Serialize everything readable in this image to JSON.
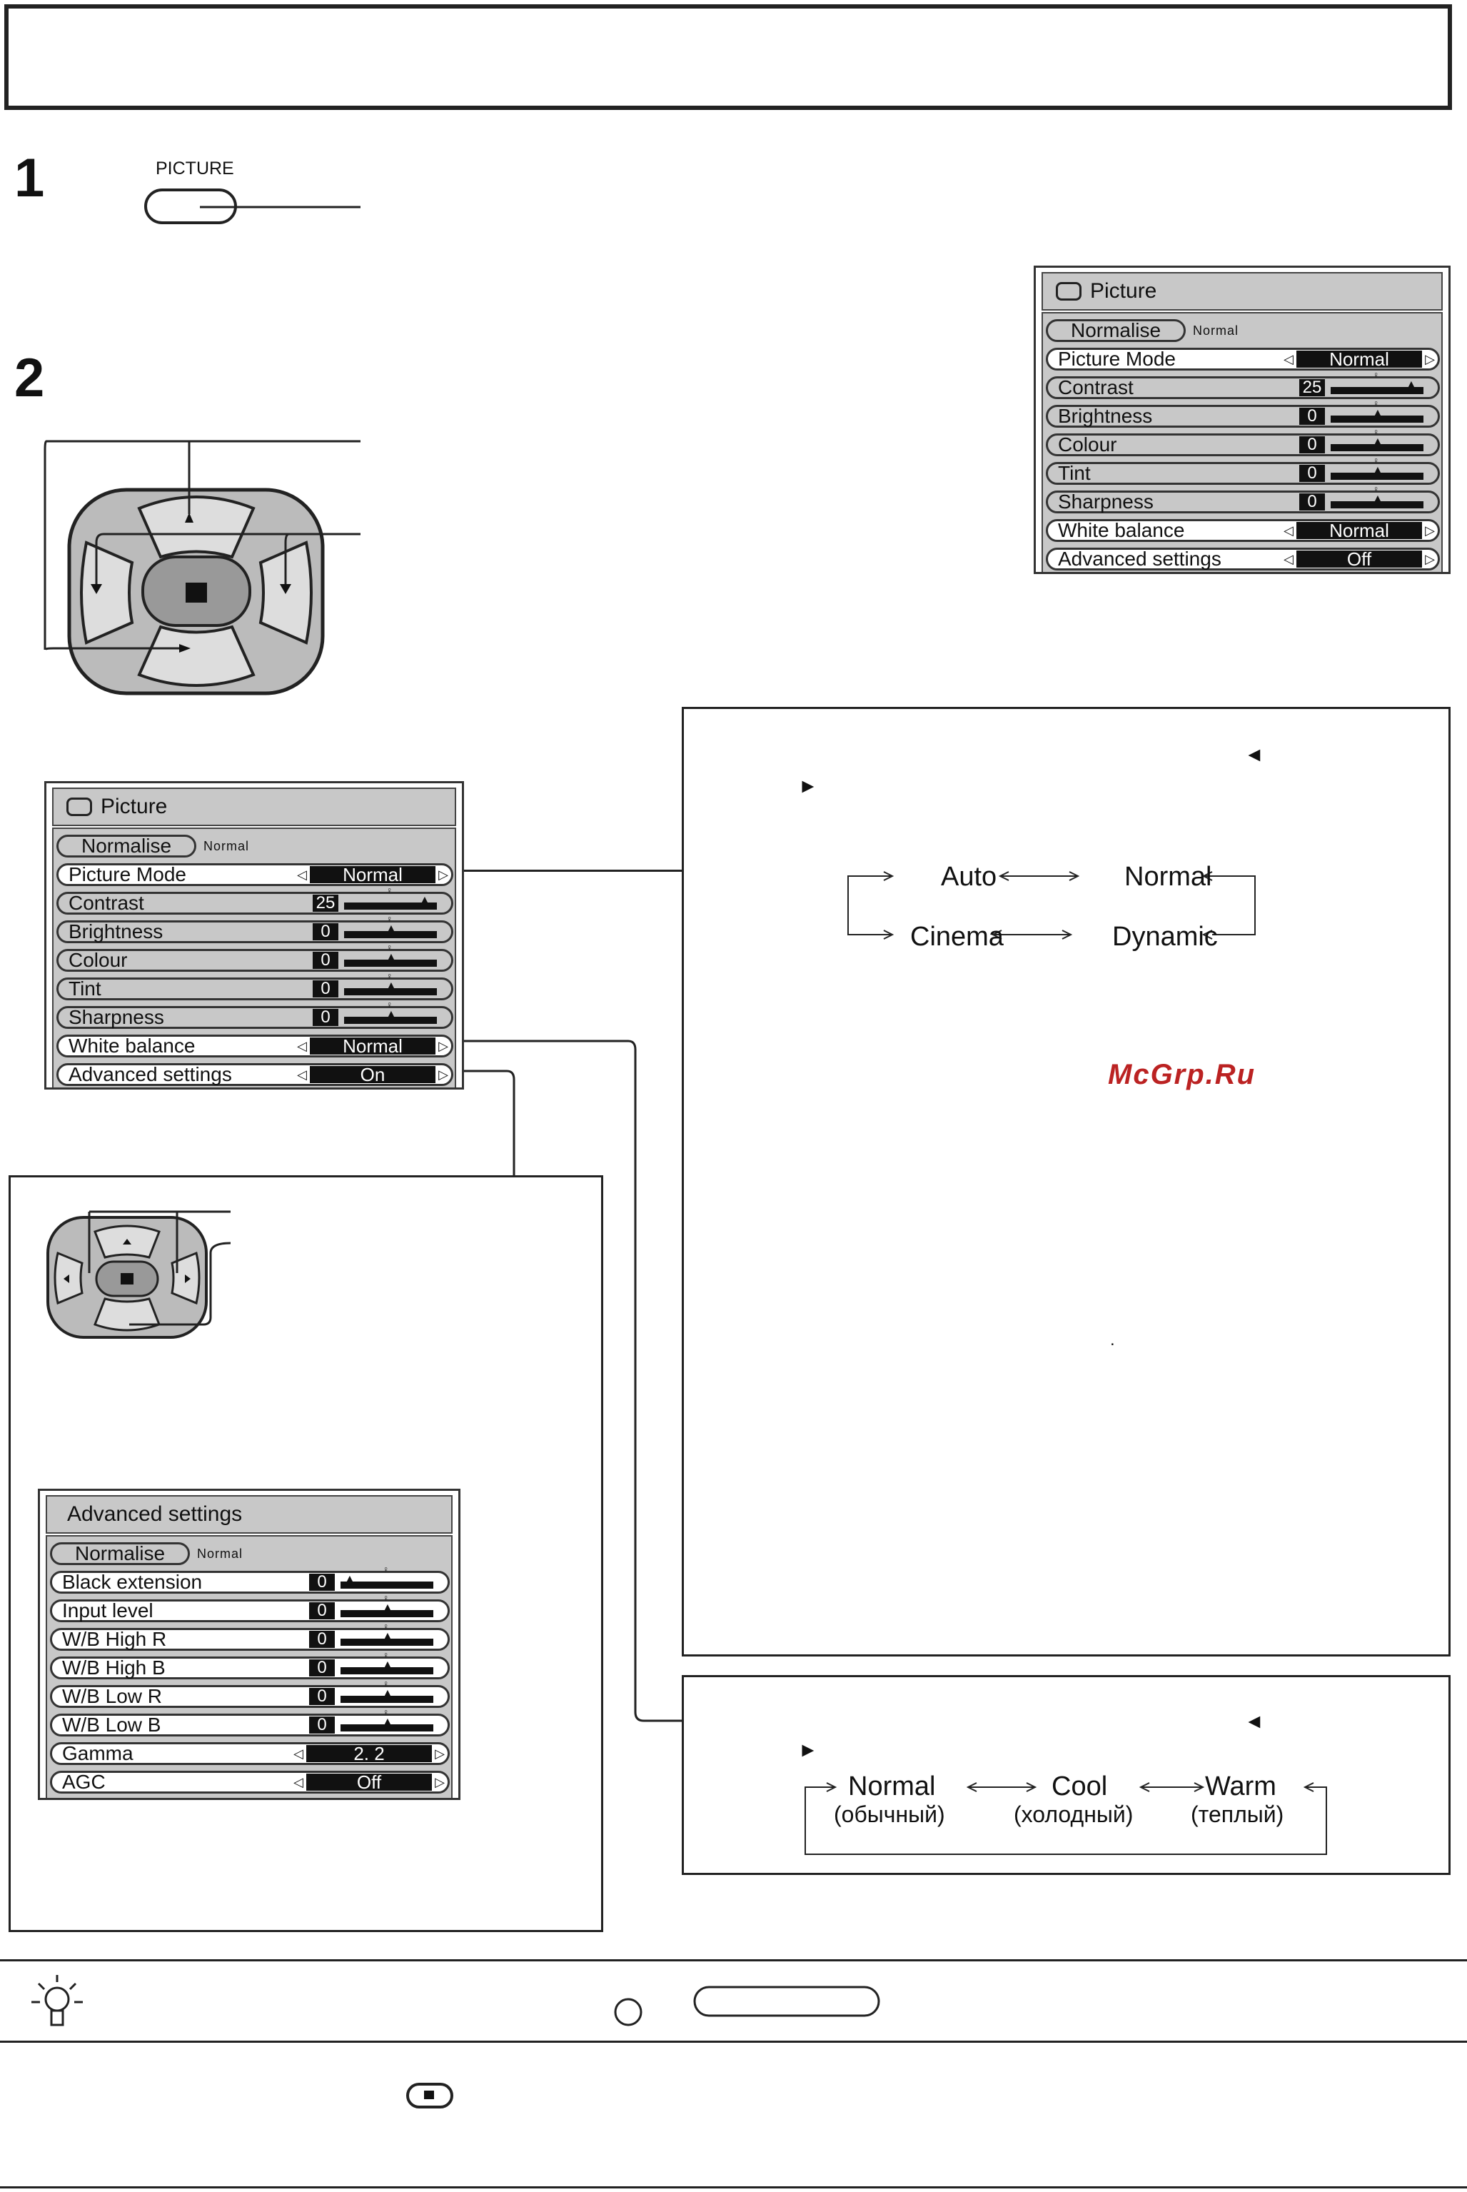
{
  "step1": {
    "number": "1",
    "button_label": "PICTURE"
  },
  "step2": {
    "number": "2"
  },
  "picture_menu_top": {
    "title": "Picture",
    "normalise": "Normalise",
    "normalise_value": "Normal",
    "rows": [
      {
        "label": "Picture Mode",
        "value": "Normal",
        "kind": "select"
      },
      {
        "label": "Contrast",
        "value": "25",
        "kind": "bar",
        "level": 0.9
      },
      {
        "label": "Brightness",
        "value": "0",
        "kind": "bar",
        "level": 0.5
      },
      {
        "label": "Colour",
        "value": "0",
        "kind": "bar",
        "level": 0.5
      },
      {
        "label": "Tint",
        "value": "0",
        "kind": "bar",
        "level": 0.5
      },
      {
        "label": "Sharpness",
        "value": "0",
        "kind": "bar",
        "level": 0.5
      },
      {
        "label": "White balance",
        "value": "Normal",
        "kind": "select"
      },
      {
        "label": "Advanced settings",
        "value": "Off",
        "kind": "select"
      }
    ]
  },
  "picture_menu_left": {
    "title": "Picture",
    "normalise": "Normalise",
    "normalise_value": "Normal",
    "rows": [
      {
        "label": "Picture Mode",
        "value": "Normal",
        "kind": "select"
      },
      {
        "label": "Contrast",
        "value": "25",
        "kind": "bar",
        "level": 0.9
      },
      {
        "label": "Brightness",
        "value": "0",
        "kind": "bar",
        "level": 0.5
      },
      {
        "label": "Colour",
        "value": "0",
        "kind": "bar",
        "level": 0.5
      },
      {
        "label": "Tint",
        "value": "0",
        "kind": "bar",
        "level": 0.5
      },
      {
        "label": "Sharpness",
        "value": "0",
        "kind": "bar",
        "level": 0.5
      },
      {
        "label": "White balance",
        "value": "Normal",
        "kind": "select"
      },
      {
        "label": "Advanced settings",
        "value": "On",
        "kind": "select"
      }
    ]
  },
  "advanced_menu": {
    "title": "Advanced  settings",
    "normalise": "Normalise",
    "normalise_value": "Normal",
    "rows": [
      {
        "label": "Black  extension",
        "value": "0",
        "kind": "bar",
        "level": 0.05
      },
      {
        "label": "Input  level",
        "value": "0",
        "kind": "bar",
        "level": 0.5
      },
      {
        "label": "W/B  High  R",
        "value": "0",
        "kind": "bar",
        "level": 0.5
      },
      {
        "label": "W/B  High  B",
        "value": "0",
        "kind": "bar",
        "level": 0.5
      },
      {
        "label": "W/B  Low  R",
        "value": "0",
        "kind": "bar",
        "level": 0.5
      },
      {
        "label": "W/B  Low  B",
        "value": "0",
        "kind": "bar",
        "level": 0.5
      },
      {
        "label": "Gamma",
        "value": "2. 2",
        "kind": "select"
      },
      {
        "label": "AGC",
        "value": "Off",
        "kind": "select"
      }
    ]
  },
  "picture_mode_cycle": {
    "arrow_left": "◄",
    "arrow_right": "►",
    "auto": "Auto",
    "normal": "Normal",
    "cinema": "Cinema",
    "dynamic": "Dynamic"
  },
  "white_balance_cycle": {
    "arrow_left": "◄",
    "arrow_right": "►",
    "normal": "Normal",
    "normal_ru": "(обычный)",
    "cool": "Cool",
    "cool_ru": "(холодный)",
    "warm": "Warm",
    "warm_ru": "(теплый)"
  },
  "watermark": "McGrp.Ru",
  "dot": "."
}
